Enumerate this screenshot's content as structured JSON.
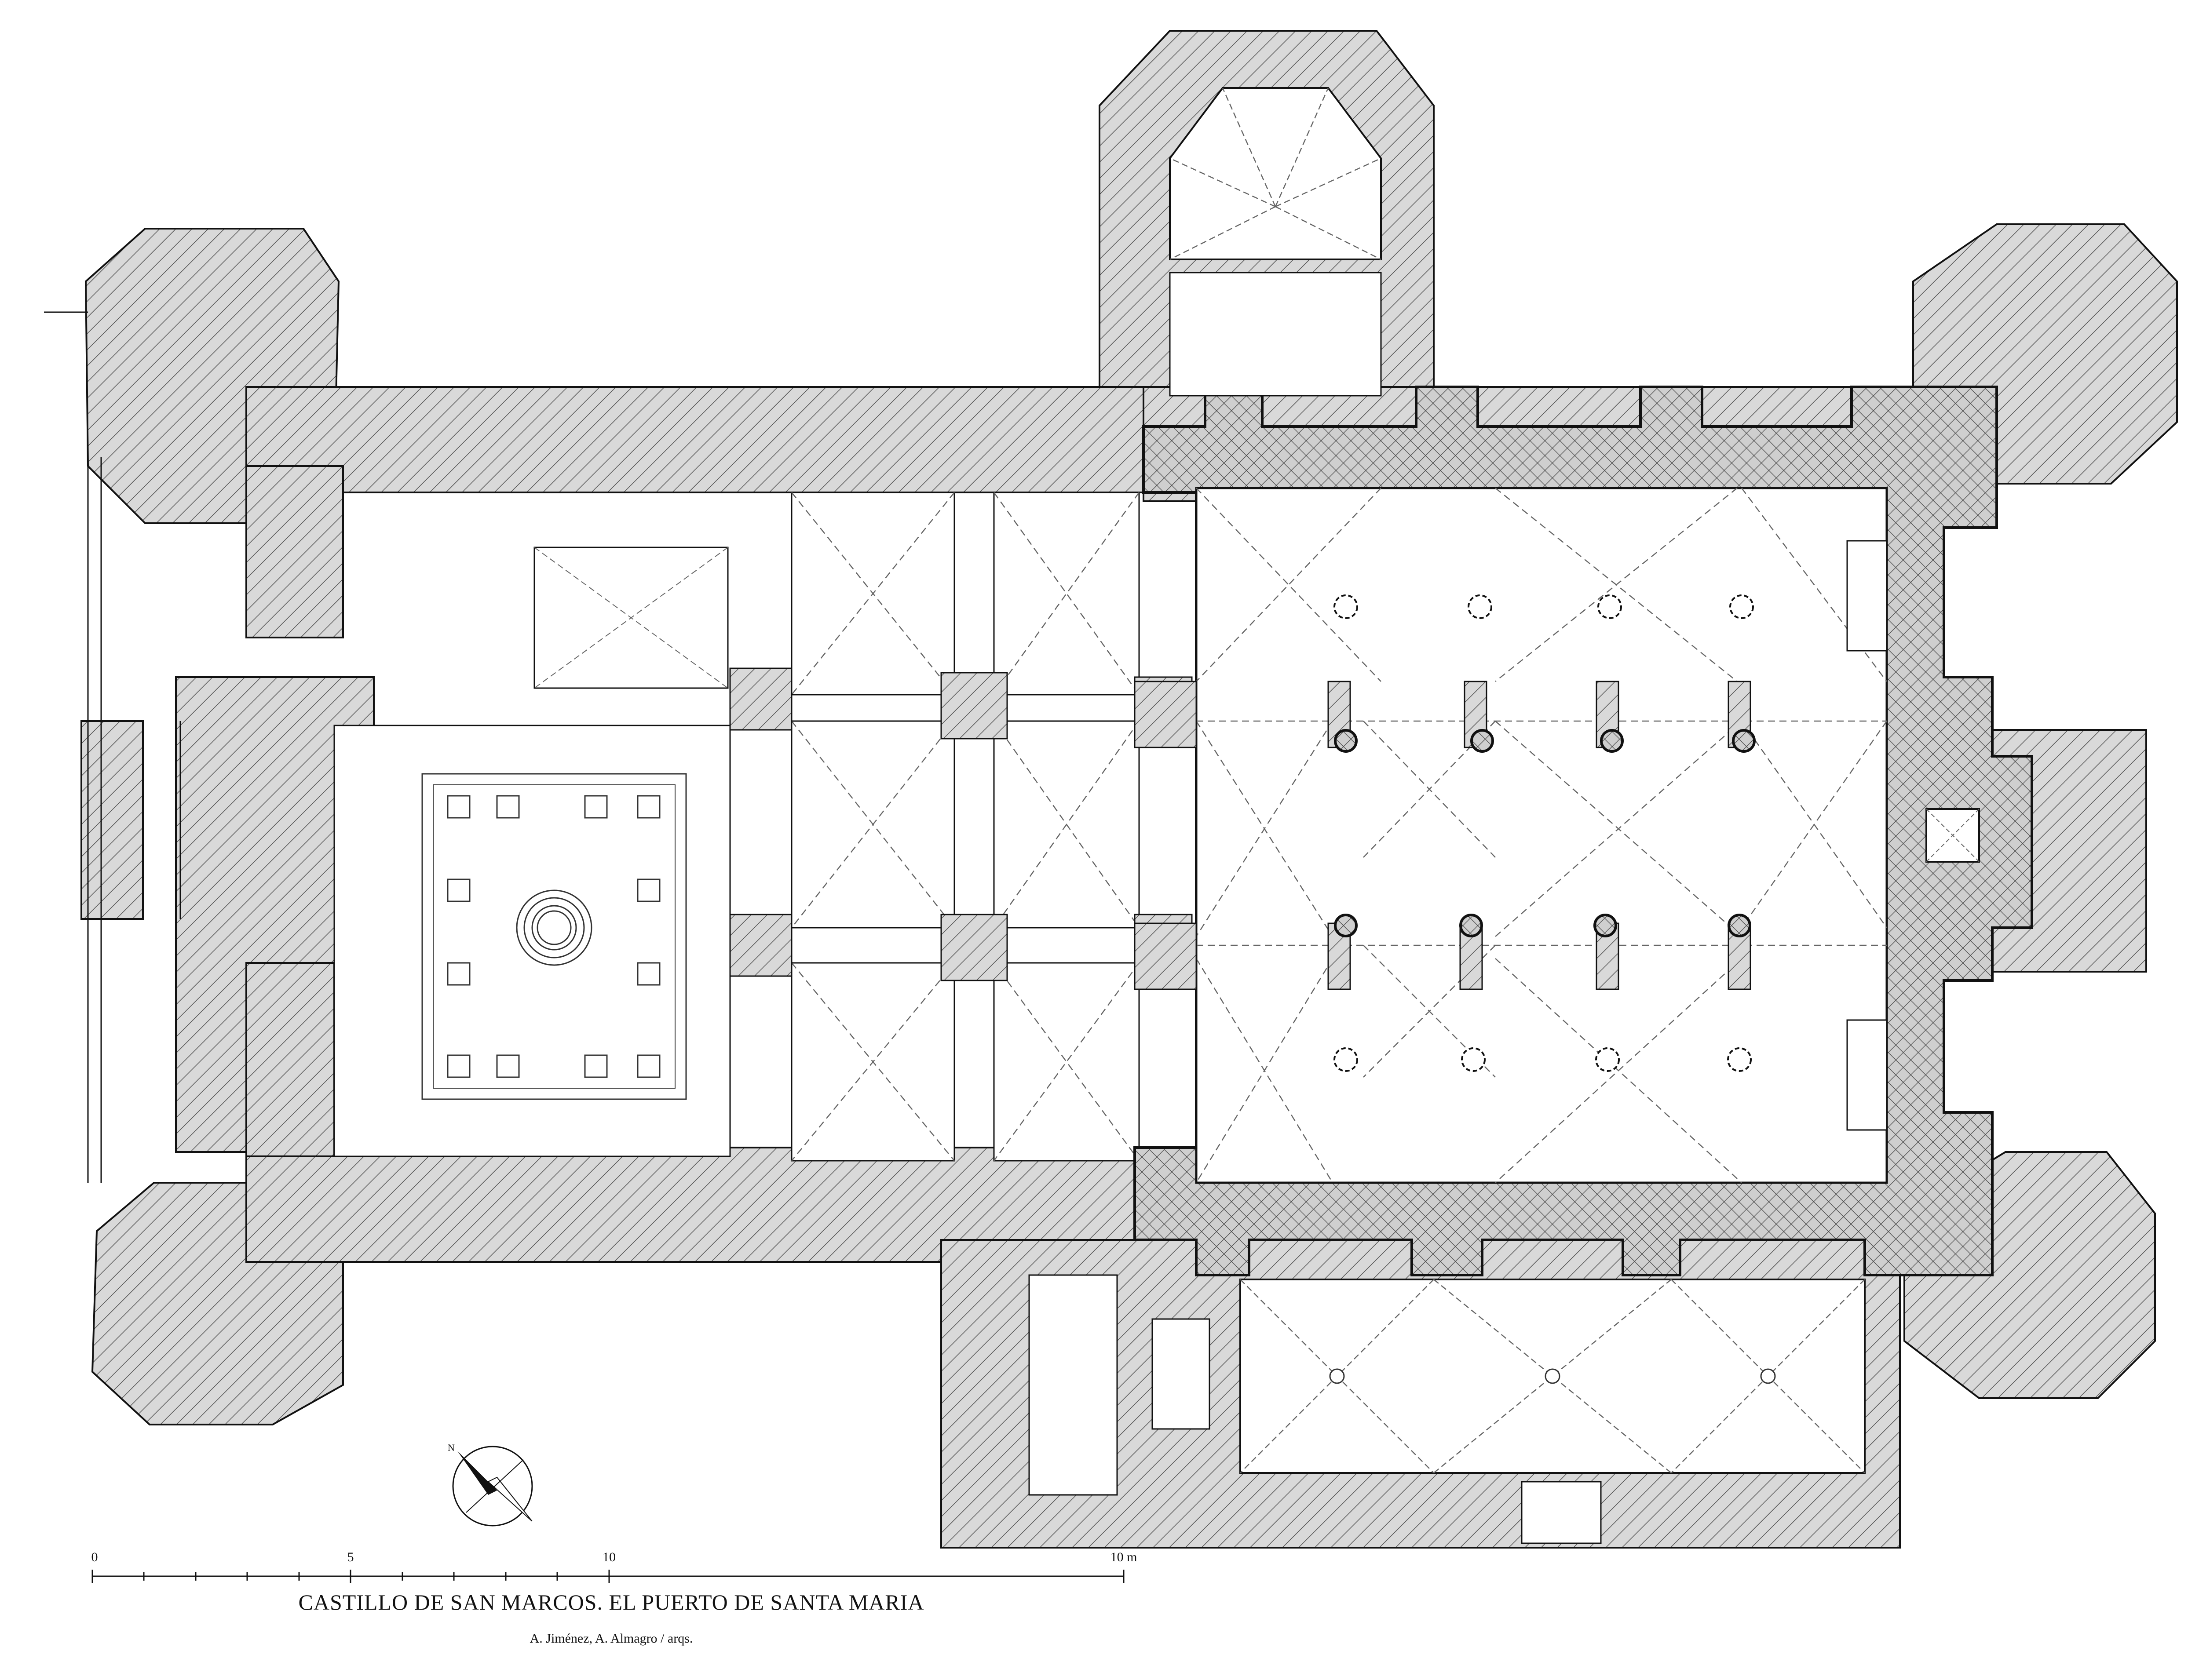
{
  "title": "CASTILLO DE SAN MARCOS. EL PUERTO DE SANTA MARIA",
  "credit": "A. Jiménez, A. Almagro / arqs.",
  "north_label": "N",
  "scale_bar": {
    "ticks": [
      "0",
      "5",
      "10",
      "10 m"
    ]
  },
  "colors": {
    "hatch_fill": "#d2d2d2",
    "hatch_line": "#555555",
    "outline": "#111111",
    "vault_line": "#666666"
  }
}
